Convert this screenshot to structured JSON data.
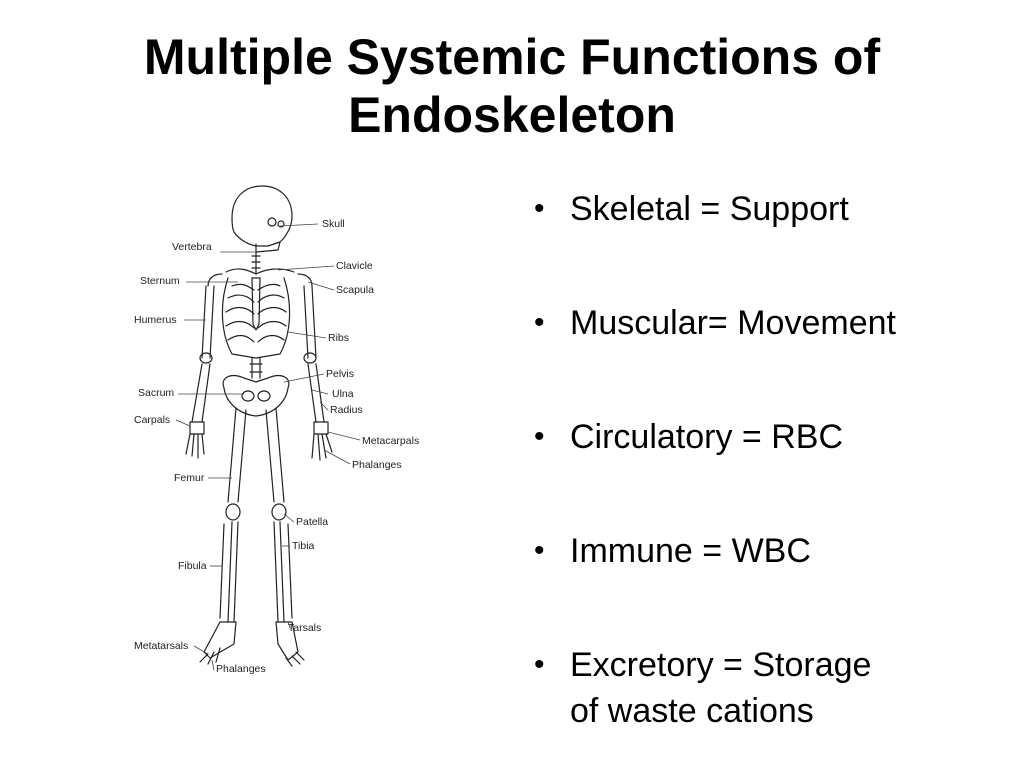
{
  "slide": {
    "title_line1": "Multiple Systemic Functions of",
    "title_line2": "Endoskeleton"
  },
  "figure": {
    "labels_left": {
      "vertebra": "Vertebra",
      "sternum": "Sternum",
      "humerus": "Humerus",
      "sacrum": "Sacrum",
      "carpals": "Carpals",
      "femur": "Femur",
      "fibula": "Fibula",
      "metatarsals": "Metatarsals",
      "phalanges_foot": "Phalanges"
    },
    "labels_right": {
      "skull": "Skull",
      "clavicle": "Clavicle",
      "scapula": "Scapula",
      "ribs": "Ribs",
      "pelvis": "Pelvis",
      "ulna": "Ulna",
      "radius": "Radius",
      "metacarpals": "Metacarpals",
      "phalanges_hand": "Phalanges",
      "patella": "Patella",
      "tibia": "Tibia",
      "tarsals": "Tarsals"
    }
  },
  "bullets": [
    {
      "bullet": "•",
      "line1": "Skeletal = Support",
      "line2": ""
    },
    {
      "bullet": "•",
      "line1": "Muscular= Movement",
      "line2": ""
    },
    {
      "bullet": "•",
      "line1": "Circulatory = RBC",
      "line2": ""
    },
    {
      "bullet": "•",
      "line1": "Immune = WBC",
      "line2": ""
    },
    {
      "bullet": "•",
      "line1": "Excretory = Storage",
      "line2": "of waste cations"
    }
  ]
}
